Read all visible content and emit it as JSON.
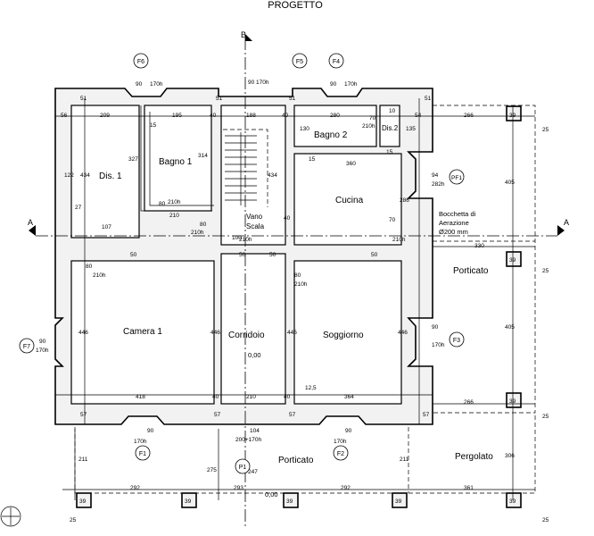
{
  "title": "PROGETTO",
  "section_markers": {
    "a_left": "A",
    "a_right": "A",
    "b_top": "B"
  },
  "rooms": {
    "dis1": "Dis. 1",
    "bagno1": "Bagno 1",
    "bagno2": "Bagno 2",
    "dis2": "Dis.2",
    "cucina": "Cucina",
    "vano_scala_1": "Vano",
    "vano_scala_2": "Scala",
    "camera1": "Camera 1",
    "corridoio": "Corridoio",
    "soggiorno": "Soggiorno",
    "porticato_right": "Porticato",
    "porticato_bottom": "Porticato",
    "pergolato": "Pergolato"
  },
  "window_tags": {
    "f1": "F1",
    "f2": "F2",
    "f3": "F3",
    "f4": "F4",
    "f5": "F5",
    "f6": "F6",
    "f7": "F7",
    "p1": "P1",
    "pf1": "PF1"
  },
  "notes": {
    "bocchetta_1": "Bocchetta di",
    "bocchetta_2": "Aerazione",
    "bocchetta_3": "Ø200 mm"
  },
  "levels": {
    "corridoio": "0,00",
    "porticato": "0,00",
    "slope": "12,5"
  },
  "dims": {
    "d56a": "56",
    "d209": "209",
    "d195": "195",
    "d40a": "40",
    "d188": "188",
    "d40b": "40",
    "d280": "280",
    "d10": "10",
    "d54": "54",
    "d266a": "266",
    "d39a": "39",
    "d25a": "25",
    "d51a": "51",
    "d51b": "51",
    "d51c": "51",
    "d51d": "51",
    "d90f6": "90",
    "d170f6": "170h",
    "d90f4": "90",
    "d170f4": "170h",
    "d90b": "90",
    "d170b": "170h",
    "d70": "70",
    "d210dis2": "210h",
    "d135": "135",
    "d130": "130",
    "d15a": "15",
    "d15b": "15",
    "d15c": "15",
    "d327": "327",
    "d314": "314",
    "d434a": "434",
    "d434b": "434",
    "d122": "122",
    "d27": "27",
    "d107": "107",
    "d80a": "80",
    "d210a": "210h",
    "d210b": "210",
    "d80b": "80",
    "d210c": "210h",
    "d360": "360",
    "d94": "94",
    "d282": "282h",
    "d286": "286",
    "d70b": "70",
    "d210d": "210h",
    "d100": "100",
    "d210e": "210h",
    "d40c": "40",
    "d50a": "50",
    "d50b": "50",
    "d50c": "50",
    "d50d": "50",
    "d330": "330",
    "d80c": "80",
    "d210f": "210h",
    "d80d": "80",
    "d210g": "210h",
    "d446a": "446",
    "d446b": "446",
    "d446c": "446",
    "d446d": "446",
    "d90f7": "90",
    "d170f7": "170h",
    "d90f3": "90",
    "d170f3": "170h",
    "d405a": "405",
    "d405b": "405",
    "d418": "418",
    "d40d": "40",
    "d210h": "210",
    "d40e": "40",
    "d364": "364",
    "d266b": "266",
    "d57a": "57",
    "d57b": "57",
    "d57c": "57",
    "d57d": "57",
    "d90f1": "90",
    "d170f1": "170h",
    "d90f2": "90",
    "d170f2": "170h",
    "d104": "104",
    "d200": "200+170h",
    "d211a": "211",
    "d211b": "211",
    "d275": "275",
    "d306": "306",
    "d247": "247",
    "d292": "292",
    "d293": "293",
    "d292b": "292",
    "d361": "361",
    "d25b": "25",
    "d39b": "39",
    "d39c": "39",
    "d39d": "39",
    "d39e": "39",
    "d39f": "39",
    "d25c": "25",
    "d25d": "25",
    "d25e": "25",
    "d39g": "39",
    "d39h": "39"
  }
}
